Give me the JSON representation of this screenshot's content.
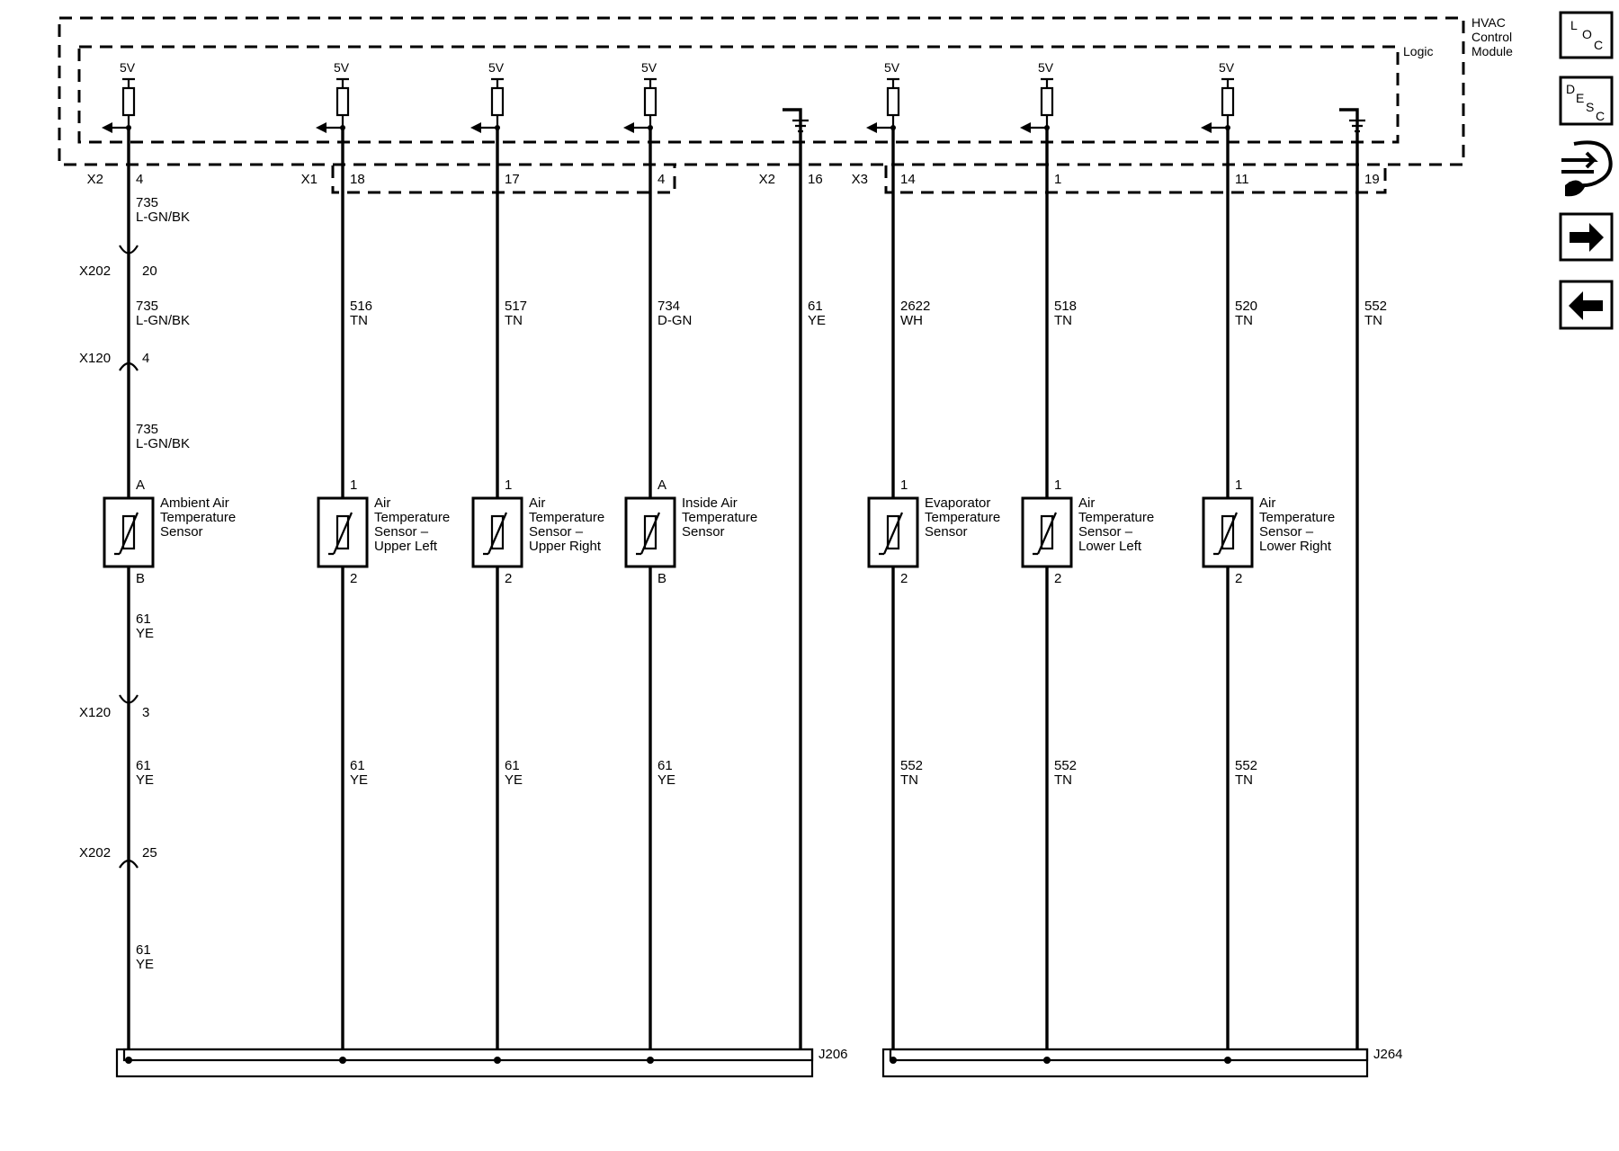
{
  "module": {
    "title_lines": [
      "HVAC",
      "Control",
      "Module"
    ],
    "logic_label": "Logic",
    "supply_label": "5V"
  },
  "circuits": [
    {
      "connector": "X2",
      "pin": "4",
      "sensor_pins": [
        "A",
        "B"
      ],
      "sensor_name_lines": [
        "Ambient Air",
        "Temperature",
        "Sensor"
      ],
      "upper_wire": {
        "num": "735",
        "color": "L-GN/BK"
      },
      "lower_wire": {
        "num": "61",
        "color": "YE"
      },
      "upper_wire_2": {
        "num": "735",
        "color": "L-GN/BK"
      },
      "upper_wire_3": {
        "num": "735",
        "color": "L-GN/BK"
      },
      "lower_wire_2": {
        "num": "61",
        "color": "YE"
      },
      "lower_wire_3": {
        "num": "61",
        "color": "YE"
      },
      "inline_connectors": [
        {
          "name": "X202",
          "pin": "20"
        },
        {
          "name": "X120",
          "pin": "4"
        },
        {
          "name": "X120",
          "pin": "3"
        },
        {
          "name": "X202",
          "pin": "25"
        }
      ]
    },
    {
      "connector": "X1",
      "pin": "18",
      "sensor_pins": [
        "1",
        "2"
      ],
      "sensor_name_lines": [
        "Air",
        "Temperature",
        "Sensor –",
        "Upper Left"
      ],
      "upper_wire": {
        "num": "516",
        "color": "TN"
      },
      "lower_wire": {
        "num": "61",
        "color": "YE"
      }
    },
    {
      "connector": "",
      "pin": "17",
      "sensor_pins": [
        "1",
        "2"
      ],
      "sensor_name_lines": [
        "Air",
        "Temperature",
        "Sensor –",
        "Upper Right"
      ],
      "upper_wire": {
        "num": "517",
        "color": "TN"
      },
      "lower_wire": {
        "num": "61",
        "color": "YE"
      }
    },
    {
      "connector": "",
      "pin": "4",
      "sensor_pins": [
        "A",
        "B"
      ],
      "sensor_name_lines": [
        "Inside Air",
        "Temperature",
        "Sensor"
      ],
      "upper_wire": {
        "num": "734",
        "color": "D-GN"
      },
      "lower_wire": {
        "num": "61",
        "color": "YE"
      }
    },
    {
      "connector": "X2",
      "pin": "16",
      "upper_wire": {
        "num": "61",
        "color": "YE"
      }
    },
    {
      "connector": "X3",
      "pin": "14",
      "sensor_pins": [
        "1",
        "2"
      ],
      "sensor_name_lines": [
        "Evaporator",
        "Temperature",
        "Sensor"
      ],
      "upper_wire": {
        "num": "2622",
        "color": "WH"
      },
      "lower_wire": {
        "num": "552",
        "color": "TN"
      }
    },
    {
      "connector": "",
      "pin": "1",
      "sensor_pins": [
        "1",
        "2"
      ],
      "sensor_name_lines": [
        "Air",
        "Temperature",
        "Sensor –",
        "Lower Left"
      ],
      "upper_wire": {
        "num": "518",
        "color": "TN"
      },
      "lower_wire": {
        "num": "552",
        "color": "TN"
      }
    },
    {
      "connector": "",
      "pin": "11",
      "sensor_pins": [
        "1",
        "2"
      ],
      "sensor_name_lines": [
        "Air",
        "Temperature",
        "Sensor –",
        "Lower Right"
      ],
      "upper_wire": {
        "num": "520",
        "color": "TN"
      },
      "lower_wire": {
        "num": "552",
        "color": "TN"
      }
    },
    {
      "connector": "",
      "pin": "19",
      "upper_wire": {
        "num": "552",
        "color": "TN"
      }
    }
  ],
  "splices": [
    {
      "name": "J206"
    },
    {
      "name": "J264"
    }
  ],
  "nav": {
    "loc": {
      "letters": [
        "L",
        "O",
        "C"
      ],
      "icon": "location-icon"
    },
    "desc": {
      "letters": [
        "D",
        "E",
        "S",
        "C"
      ],
      "icon": "description-icon"
    },
    "connector": {
      "icon": "connector-plug-icon"
    },
    "next": {
      "icon": "arrow-right-icon"
    },
    "prev": {
      "icon": "arrow-left-icon"
    }
  }
}
